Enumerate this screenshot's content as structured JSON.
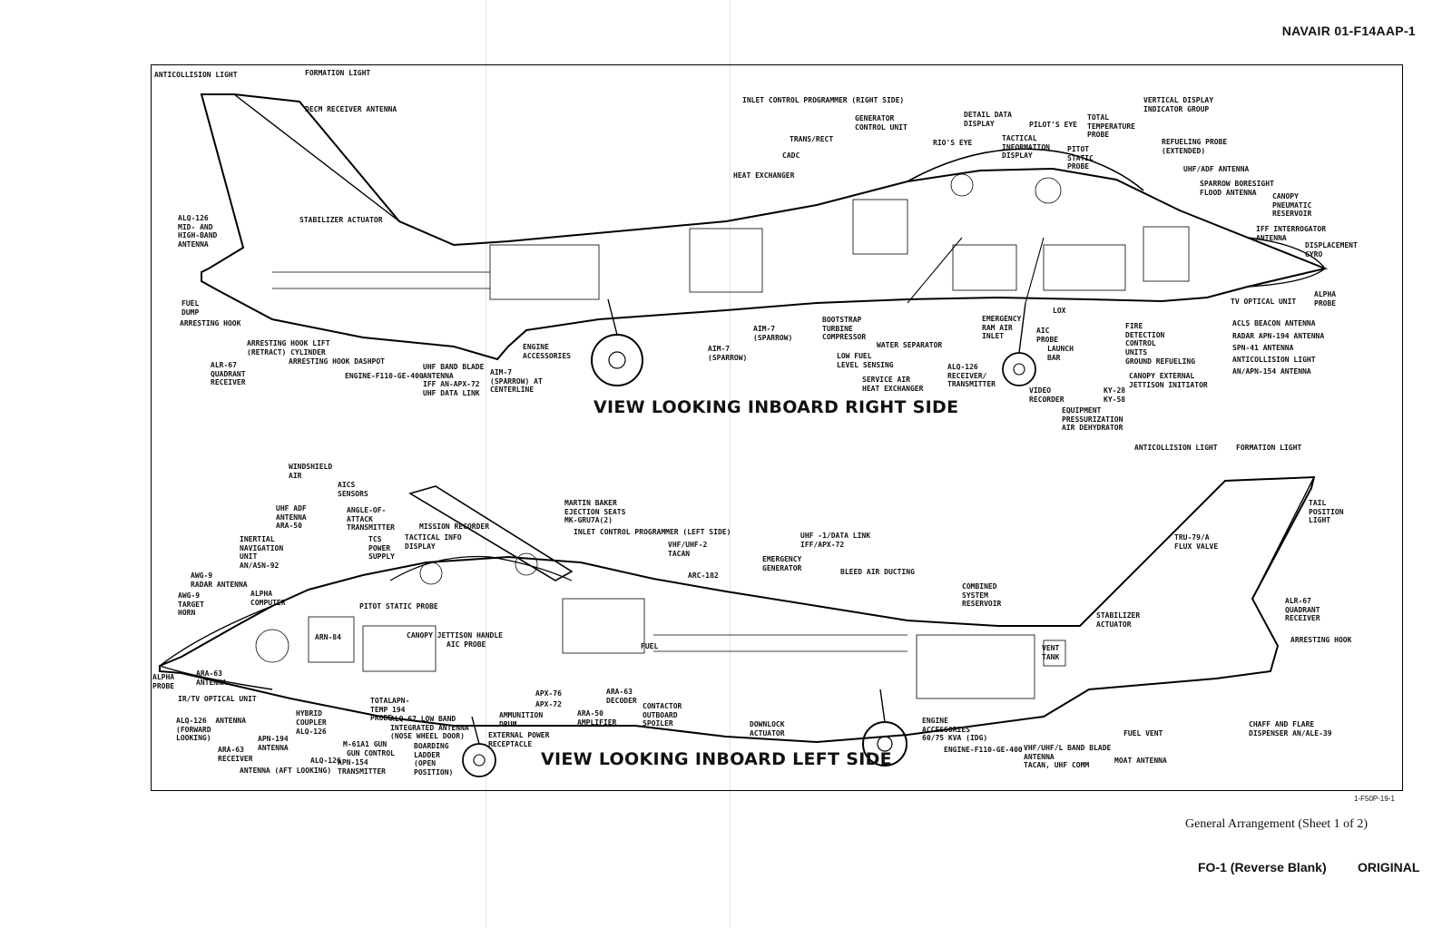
{
  "document": {
    "id": "NAVAIR 01-F14AAP-1",
    "figure_number": "1-F50P-19-1",
    "caption": "General Arrangement (Sheet 1 of 2)",
    "footer_left": "FO-1 (Reverse Blank)",
    "footer_right": "ORIGINAL"
  },
  "views": {
    "right_title": "VIEW LOOKING INBOARD RIGHT SIDE",
    "left_title": "VIEW LOOKING INBOARD LEFT SIDE"
  },
  "right_labels": [
    "ANTICOLLISION LIGHT",
    "FORMATION LIGHT",
    "DECM RECEIVER ANTENNA",
    "ALQ-126\nMID- AND\nHIGH-BAND\nANTENNA",
    "STABILIZER ACTUATOR",
    "FUEL\nDUMP",
    "ARRESTING HOOK",
    "ARRESTING HOOK LIFT\n(RETRACT) CYLINDER",
    "ALR-67\nQUADRANT\nRECEIVER",
    "ARRESTING HOOK DASHPOT",
    "ENGINE-F110-GE-400",
    "UHF BAND BLADE\nANTENNA\nIFF AN-APX-72\nUHF DATA LINK",
    "AIM-7\n(SPARROW) AT\nCENTERLINE",
    "ENGINE\nACCESSORIES",
    "AIM-7\n(SPARROW)",
    "AIM-7\n(SPARROW)",
    "HEAT EXCHANGER",
    "CADC",
    "TRANS/RECT",
    "INLET CONTROL PROGRAMMER (RIGHT SIDE)",
    "GENERATOR\nCONTROL UNIT",
    "BOOTSTRAP\nTURBINE\nCOMPRESSOR",
    "LOW FUEL\nLEVEL SENSING",
    "WATER SEPARATOR",
    "SERVICE AIR\nHEAT EXCHANGER",
    "ALQ-126\nRECEIVER/\nTRANSMITTER",
    "EMERGENCY\nRAM AIR\nINLET",
    "AIC\nPROBE",
    "LOX",
    "LAUNCH\nBAR",
    "VIDEO\nRECORDER",
    "EQUIPMENT\nPRESSURIZATION\nAIR DEHYDRATOR",
    "KY-28",
    "KY-58",
    "RIO'S EYE",
    "DETAIL DATA\nDISPLAY",
    "TACTICAL\nINFORMATION\nDISPLAY",
    "PILOT'S EYE",
    "PITOT\nSTATIC\nPROBE",
    "TOTAL\nTEMPERATURE\nPROBE",
    "VERTICAL DISPLAY\nINDICATOR GROUP",
    "REFUELING PROBE\n(EXTENDED)",
    "UHF/ADF ANTENNA",
    "SPARROW BORESIGHT\nFLOOD ANTENNA",
    "CANOPY\nPNEUMATIC\nRESERVOIR",
    "IFF INTERROGATOR\nANTENNA",
    "DISPLACEMENT\nGYRO",
    "TV OPTICAL UNIT",
    "ALPHA\nPROBE",
    "ACLS BEACON ANTENNA",
    "RADAR APN-194 ANTENNA",
    "SPN-41 ANTENNA",
    "ANTICOLLISION LIGHT",
    "AN/APN-154 ANTENNA",
    "GROUND REFUELING",
    "CANOPY EXTERNAL\nJETTISON INITIATOR",
    "FIRE\nDETECTION\nCONTROL\nUNITS"
  ],
  "left_labels": [
    "WINDSHIELD\nAIR",
    "AICS\nSENSORS",
    "UHF ADF\nANTENNA\nARA-50",
    "ANGLE-OF-\nATTACK\nTRANSMITTER",
    "INERTIAL\nNAVIGATION\nUNIT\nAN/ASN-92",
    "TCS\nPOWER\nSUPPLY",
    "TACTICAL INFO\nDISPLAY",
    "MISSION RECORDER",
    "MARTIN BAKER\nEJECTION SEATS\nMK-GRU7A(2)",
    "INLET CONTROL PROGRAMMER (LEFT SIDE)",
    "VHF/UHF-2\nTACAN",
    "ARC-182",
    "UHF -1/DATA LINK\nIFF/APX-72",
    "EMERGENCY\nGENERATOR",
    "BLEED AIR DUCTING",
    "COMBINED\nSYSTEM\nRESERVOIR",
    "ANTICOLLISION LIGHT",
    "FORMATION LIGHT",
    "TAIL\nPOSITION\nLIGHT",
    "TRU-79/A\nFLUX VALVE",
    "ALR-67\nQUADRANT\nRECEIVER",
    "ARRESTING HOOK",
    "STABILIZER\nACTUATOR",
    "VENT\nTANK",
    "AWG-9\nRADAR ANTENNA",
    "AWG-9\nTARGET\nHORN",
    "ALPHA\nCOMPUTER",
    "PITOT STATIC PROBE",
    "ARN-84",
    "CANOPY JETTISON HANDLE",
    "AIC PROBE",
    "FUEL",
    "ALPHA\nPROBE",
    "ARA-63\nANTENNA",
    "IR/TV OPTICAL UNIT",
    "ALQ-126  ANTENNA\n(FORWARD\nLOOKING)",
    "HYBRID\nCOUPLER",
    "ALQ-126",
    "APN-194\nANTENNA",
    "ARA-63\nRECEIVER",
    "ALQ-126",
    "APN-154\nTRANSMITTER",
    "ANTENNA (AFT LOOKING)",
    "M-61A1 GUN",
    "GUN CONTROL",
    "TOTAL\nTEMP\nPROBE",
    "APN-\n194",
    "ALQ-67 LOW BAND\nINTEGRATED ANTENNA\n(NOSE WHEEL DOOR)",
    "BOARDING\nLADDER\n(OPEN\nPOSITION)",
    "EXTERNAL POWER\nRECEPTACLE",
    "AMMUNITION\nDRUM",
    "APX-76",
    "APX-72",
    "ARA-63\nDECODER",
    "ARA-50\nAMPLIFIER",
    "CONTACTOR\nOUTBOARD\nSPOILER",
    "DOWNLOCK\nACTUATOR",
    "ENGINE\nACCESSORIES\n60/75 KVA (IDG)",
    "ENGINE-F110-GE-400",
    "VHF/UHF/L BAND BLADE\nANTENNA\nTACAN, UHF COMM",
    "MOAT ANTENNA",
    "FUEL VENT",
    "CHAFF AND FLARE\nDISPENSER AN/ALE-39"
  ]
}
